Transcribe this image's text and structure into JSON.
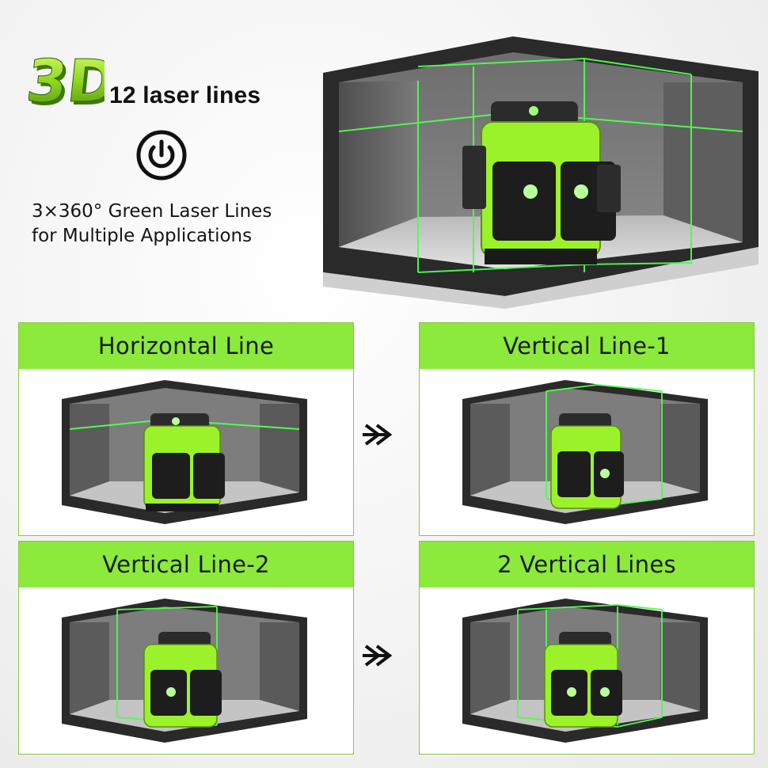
{
  "hero": {
    "badge_text": "3D",
    "title": "12 laser lines",
    "power_icon": "power-icon",
    "description_line1": "3×360° Green Laser Lines",
    "description_line2": "for Multiple Applications"
  },
  "panels": [
    {
      "title": "Horizontal Line",
      "mode": "horizontal"
    },
    {
      "title": "Vertical Line-1",
      "mode": "vertical-front"
    },
    {
      "title": "Vertical Line-2",
      "mode": "vertical-side"
    },
    {
      "title": "2 Vertical Lines",
      "mode": "two-vertical"
    }
  ],
  "arrows": {
    "symbol": "››"
  },
  "colors": {
    "accent": "#8bea3c",
    "laser": "#4cff4c",
    "device": "#9cf22a"
  }
}
